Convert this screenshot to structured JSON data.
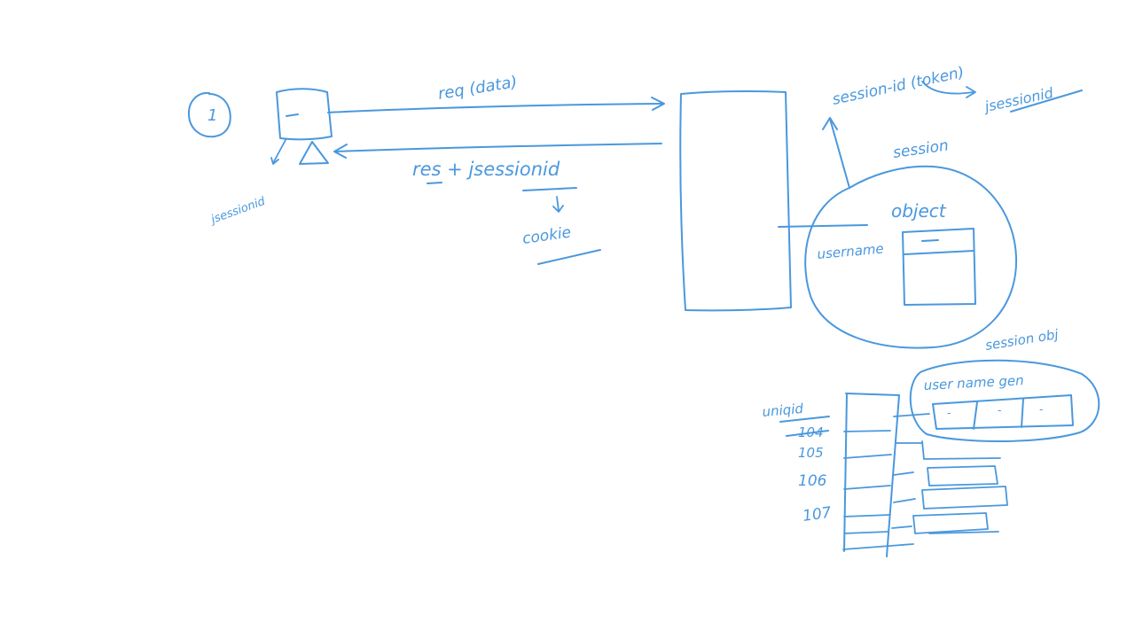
{
  "diagram": {
    "ink_color": "#4a98dd",
    "step_number": "1",
    "request_label": "req (data)",
    "response_label": "res + jsessionid",
    "cookie_label": "cookie",
    "client_label": "jsessionid",
    "top_right_label": "session-id (token)",
    "top_right_sub_label": "jsessionid",
    "session_label": "session",
    "object_label": "object",
    "username_label": "username",
    "session_obj_label": "session obj",
    "session_obj_fields_label": "user name gen",
    "unique_id_label": "uniqid",
    "ids": [
      "104",
      "105",
      "106",
      "107"
    ],
    "field_marks": [
      "-",
      "-",
      "-"
    ]
  }
}
